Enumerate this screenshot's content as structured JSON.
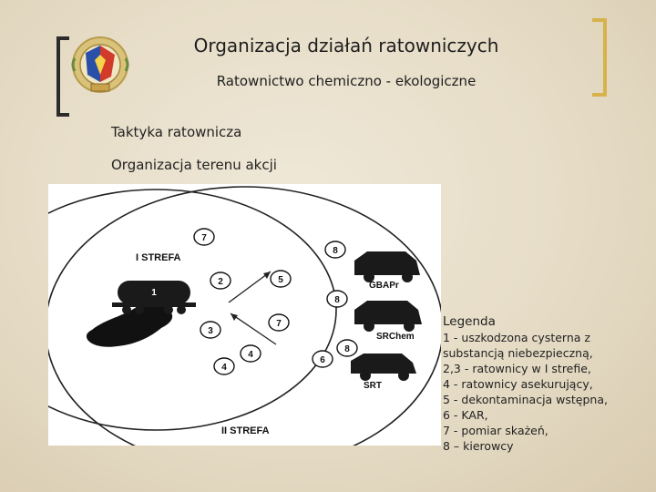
{
  "header": {
    "title": "Organizacja działań ratowniczych",
    "subtitle": "Ratownictwo chemiczno - ekologiczne"
  },
  "content": {
    "line1": "Taktyka ratownicza",
    "line2": "Organizacja terenu akcji"
  },
  "diagram": {
    "zone1_label": "I STREFA",
    "zone2_label": "II STREFA",
    "markers": [
      "7",
      "8",
      "2",
      "5",
      "1",
      "8",
      "3",
      "7",
      "4",
      "4",
      "6",
      "8"
    ],
    "vehicle_labels": [
      "GBAPr",
      "SRChem",
      "SRT"
    ]
  },
  "legend": {
    "title": "Legenda",
    "items": [
      "1 - uszkodzona cysterna z",
      "substancją niebezpieczną,",
      "2,3 - ratownicy w I strefie,",
      "4 - ratownicy asekurujący,",
      "5 - dekontaminacja wstępna,",
      "6 - KAR,",
      "7 - pomiar skażeń,",
      "8 – kierowcy"
    ]
  },
  "colors": {
    "background": "#e6dcc6",
    "left_bracket": "#2b2b2b",
    "right_bracket": "#d7b24a"
  }
}
